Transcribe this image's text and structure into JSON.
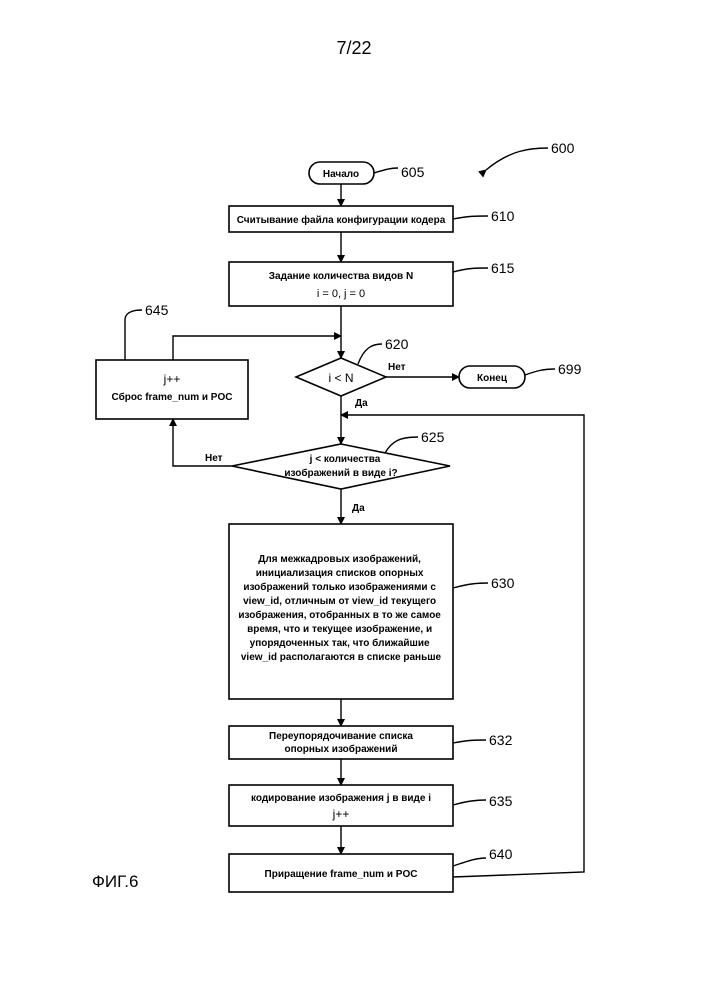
{
  "page_number": "7/22",
  "figure_label": "ФИГ.6",
  "diagram_ref": "600",
  "nodes": {
    "start": {
      "label": "Начало",
      "ref": "605"
    },
    "read_config": {
      "label": "Считывание файла конфигурации кодера",
      "ref": "610"
    },
    "set_views": {
      "line1": "Задание количества видов N",
      "line2": "i = 0, j = 0",
      "ref": "615"
    },
    "cond_views": {
      "label": "i < N",
      "ref": "620"
    },
    "end": {
      "label": "Конец",
      "ref": "699"
    },
    "cond_pictures": {
      "line1": "j < количества",
      "line2": "изображений в виде i?",
      "ref": "625"
    },
    "reset": {
      "line1": "j++",
      "line2": "Сброс frame_num и POC",
      "ref": "645"
    },
    "init_lists": {
      "lines": [
        "Для межкадровых изображений,",
        "инициализация списков опорных",
        "изображений только изображениями с",
        "view_id, отличным от view_id текущего",
        "изображения, отобранных в то же самое",
        "время, что и текущее изображение, и",
        "упорядоченных так, что ближайшие",
        "view_id располагаются в списке раньше"
      ],
      "ref": "630"
    },
    "reorder": {
      "line1": "Переупорядочивание списка",
      "line2": "опорных изображений",
      "ref": "632"
    },
    "encode": {
      "line1": "кодирование изображения j в виде i",
      "line2": "j++",
      "ref": "635"
    },
    "increment": {
      "label": "Приращение frame_num и POC",
      "ref": "640"
    }
  },
  "edge_labels": {
    "no_620": "Нет",
    "yes_620": "Да",
    "no_625": "Нет",
    "yes_625": "Да"
  }
}
